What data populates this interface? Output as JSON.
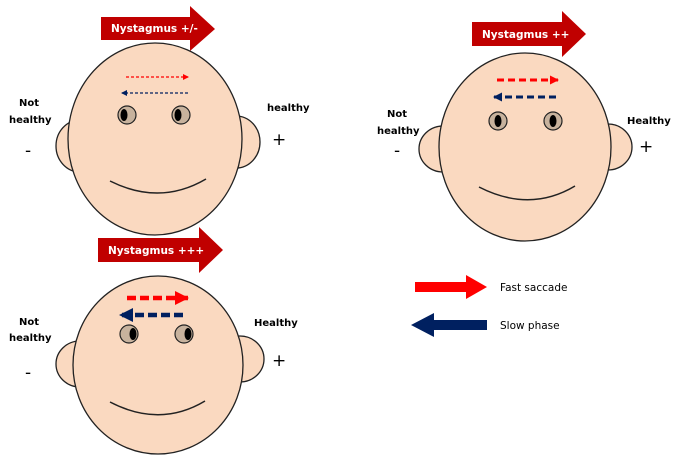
{
  "colors": {
    "skin": "#fad9c0",
    "outline": "#222222",
    "banner": "#c00000",
    "fast_red": "#ff0000",
    "slow_navy": "#002060",
    "iris_tan": "#c7b29d"
  },
  "panels": {
    "top_left": {
      "banner_label": "Nystagmus +/-",
      "left_label_line1": "Not",
      "left_label_line2": "healthy",
      "left_sign": "-",
      "right_label": "healthy",
      "right_sign": "+"
    },
    "top_right": {
      "banner_label": "Nystagmus ++",
      "left_label_line1": "Not",
      "left_label_line2": "healthy",
      "left_sign": "-",
      "right_label": "Healthy",
      "right_sign": "+"
    },
    "bottom_left": {
      "banner_label": "Nystagmus +++",
      "left_label_line1": "Not",
      "left_label_line2": "healthy",
      "left_sign": "-",
      "right_label": "Healthy",
      "right_sign": "+"
    }
  },
  "legend": {
    "fast": {
      "label": "Fast saccade",
      "icon": "red-right-arrow"
    },
    "slow": {
      "label": "Slow phase",
      "icon": "navy-left-arrow"
    }
  }
}
